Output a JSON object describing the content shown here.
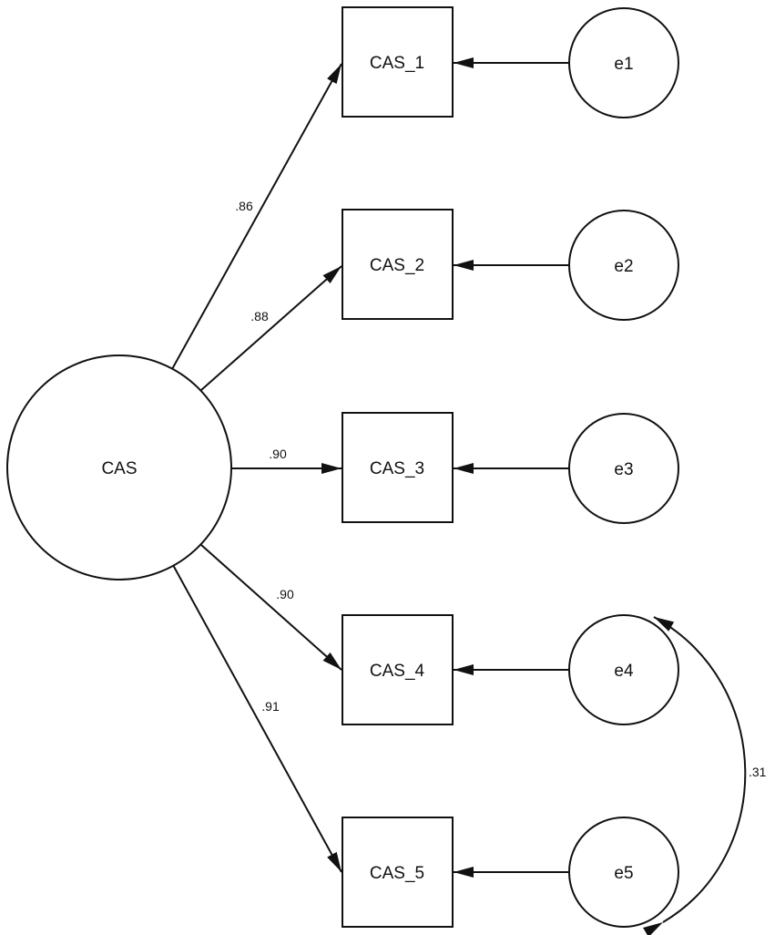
{
  "latent": {
    "label": "CAS"
  },
  "indicators": [
    {
      "label": "CAS_1",
      "loading": ".86"
    },
    {
      "label": "CAS_2",
      "loading": ".88"
    },
    {
      "label": "CAS_3",
      "loading": ".90"
    },
    {
      "label": "CAS_4",
      "loading": ".90"
    },
    {
      "label": "CAS_5",
      "loading": ".91"
    }
  ],
  "errors": [
    {
      "label": "e1"
    },
    {
      "label": "e2"
    },
    {
      "label": "e3"
    },
    {
      "label": "e4"
    },
    {
      "label": "e5"
    }
  ],
  "covariance": {
    "from": "e4",
    "to": "e5",
    "value": ".31"
  }
}
